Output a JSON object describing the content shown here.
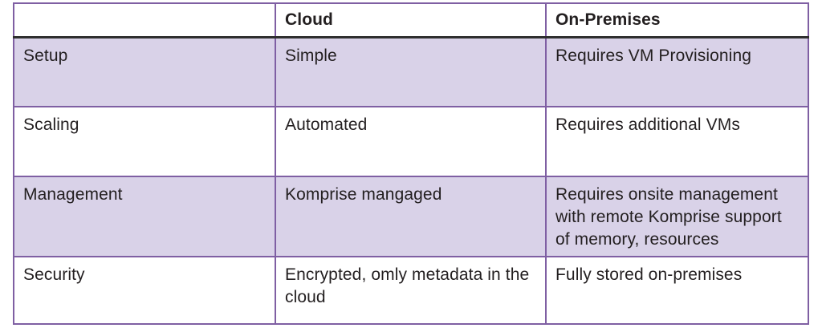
{
  "table": {
    "name": "cloud-vs-on-premises-comparison",
    "colors": {
      "border": "#7f5fa3",
      "header_rule": "#2f2f2f",
      "shaded_row_bg": "#d9d2e8",
      "plain_row_bg": "#ffffff",
      "text": "#231f20"
    },
    "headers": [
      "",
      "Cloud",
      "On-Premises"
    ],
    "rows": [
      {
        "label": "Setup",
        "shaded": true,
        "cloud": "Simple",
        "onprem": "Requires VM Provisioning"
      },
      {
        "label": "Scaling",
        "shaded": false,
        "cloud": "Automated",
        "onprem": "Requires additional VMs"
      },
      {
        "label": "Management",
        "shaded": true,
        "cloud": "Komprise mangaged",
        "onprem": "Requires onsite management with remote Komprise support of memory, resources"
      },
      {
        "label": "Security",
        "shaded": false,
        "cloud": "Encrypted, omly metadata in the cloud",
        "onprem": "Fully stored on-premises"
      }
    ]
  }
}
